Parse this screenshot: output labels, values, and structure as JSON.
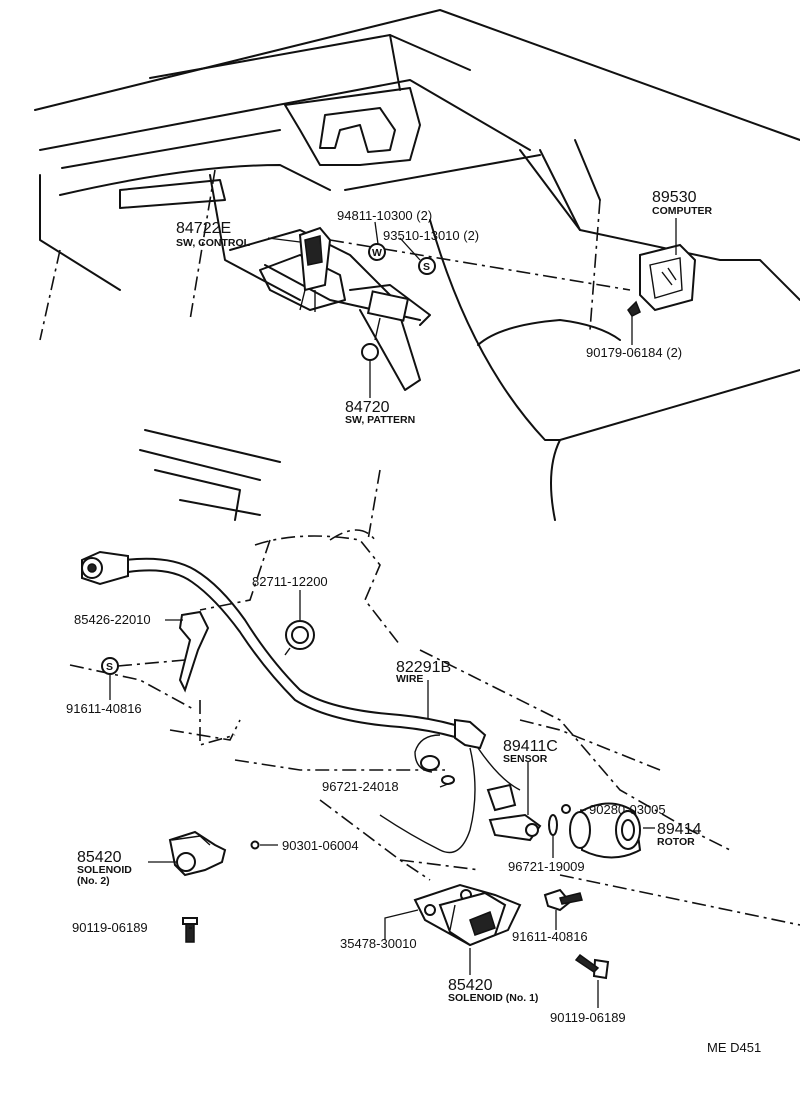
{
  "callouts": {
    "sw_control": {
      "number": "84722E",
      "name": "SW, CONTROL"
    },
    "bolt_a": {
      "number": "94811-10300 (2)"
    },
    "nut_a": {
      "number": "93510-13010 (2)"
    },
    "computer": {
      "number": "89530",
      "name": "COMPUTER"
    },
    "screw_computer": {
      "number": "90179-06184 (2)"
    },
    "sw_pattern": {
      "number": "84720",
      "name": "SW, PATTERN"
    },
    "clamp_a": {
      "number": "82711-12200"
    },
    "bracket": {
      "number": "85426-22010"
    },
    "bolt_b": {
      "number": "91611-40816"
    },
    "wire": {
      "number": "82291B",
      "name": "WIRE"
    },
    "sensor": {
      "number": "89411C",
      "name": "SENSOR"
    },
    "ring_a": {
      "number": "90280-03005"
    },
    "oring_a": {
      "number": "96721-24018"
    },
    "rotor": {
      "number": "89414",
      "name": "ROTOR"
    },
    "solenoid_2": {
      "number": "85420",
      "name": "SOLENOID",
      "name2": "(No. 2)"
    },
    "ball": {
      "number": "90301-06004"
    },
    "oring_b": {
      "number": "96721-19009"
    },
    "bolt_c": {
      "number": "90119-06189"
    },
    "bolt_d": {
      "number": "91611-40816"
    },
    "gasket": {
      "number": "35478-30010"
    },
    "solenoid_1": {
      "number": "85420",
      "name": "SOLENOID (No. 1)"
    },
    "bolt_e": {
      "number": "90119-06189"
    }
  },
  "diagram_code": "ME  D451"
}
